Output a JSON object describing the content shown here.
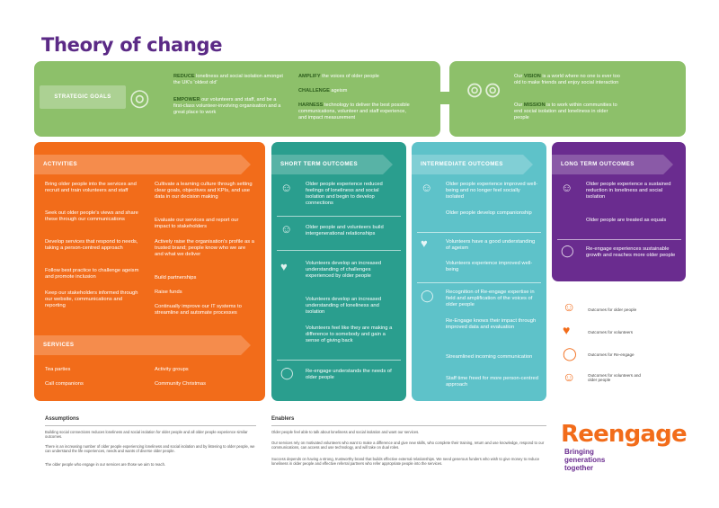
{
  "title": "Theory of change",
  "strategic": {
    "label": "STRATEGIC GOALS",
    "reduce_kw": "REDUCE",
    "reduce_text": " loneliness and social isolation amongst the UK's 'oldest old'",
    "empower_kw": "EMPOWER",
    "empower_text": " our volunteers and staff, and be a first-class volunteer-involving organisation and a great place to work",
    "amplify_kw": "AMPLIFY",
    "amplify_text": " the voices of older people",
    "challenge_kw": "CHALLENGE",
    "challenge_text": " ageism",
    "harness_kw": "HARNESS",
    "harness_text": " technology to deliver the best possible communications, volunteer and staff experience, and impact measurement",
    "vision_pre": "Our ",
    "vision_kw": "VISION",
    "vision_text": " is a world where no one is ever too old to make friends and enjoy social interaction",
    "mission_pre": "Our ",
    "mission_kw": "MISSION",
    "mission_text": " is to work within communities to end social isolation and loneliness in older people"
  },
  "activities": {
    "header": "ACTIVITIES",
    "left": [
      "Bring older people into the services and recruit and train volunteers and staff",
      "Seek out older people's views and share these through our communications",
      "Develop services that respond to needs, taking a person-centred approach",
      "Follow best practice to challenge ageism and promote inclusion",
      "Keep our stakeholders informed through our website, communications and reporting"
    ],
    "right": [
      "Cultivate a learning culture through setting clear goals, objectives and KPIs, and use data in our decision making",
      "Evaluate our services and report our impact to stakeholders",
      "Actively raise the organisation's profile as a trusted brand; people know who we are and what we deliver",
      "Build partnerships",
      "Raise funds",
      "Continually improve our IT systems to streamline and automate processes"
    ]
  },
  "services": {
    "header": "SERVICES",
    "items": [
      "Tea parties",
      "Activity groups",
      "Call companions",
      "Community Christmas"
    ]
  },
  "short_term": {
    "header": "SHORT TERM OUTCOMES",
    "items": [
      "Older people experience reduced feelings of loneliness and social isolation and begin to develop connections",
      "Older people and volunteers build intergenerational relationships",
      "Volunteers develop an increased understanding of challenges experienced by older people",
      "Volunteers develop an increased understanding of loneliness and isolation",
      "Volunteers feel like they are making a difference to somebody and gain a sense of giving back",
      "Re-engage understands the needs of older people"
    ]
  },
  "intermediate": {
    "header": "INTERMEDIATE OUTCOMES",
    "items": [
      "Older people experience improved well-being and no longer feel socially isolated",
      "Older people develop companionship",
      "Volunteers have a good understanding of ageism",
      "Volunteers experience improved well-being",
      "Recognition of Re-engage expertise in field and amplification of the voices of older people",
      "Re-Engage knows their impact through improved data and evaluation",
      "Streamlined incoming communication",
      "Staff time freed for more person-centred approach"
    ]
  },
  "long_term": {
    "header": "LONG TERM OUTCOMES",
    "items": [
      "Older people experience a sustained reduction in loneliness and social isolation",
      "Older people are treated as equals",
      "Re-engage experiences sustainable growth and reaches more older people"
    ]
  },
  "legend": [
    {
      "icon": "older-people-icon",
      "text": "Outcomes for older people"
    },
    {
      "icon": "volunteers-icon",
      "text": "Outcomes for volunteers"
    },
    {
      "icon": "reengage-icon",
      "text": "Outcomes for Re-engage"
    },
    {
      "icon": "volunteers-older-people-icon",
      "text": "Outcomes for volunteers and older people"
    }
  ],
  "assumptions": {
    "header": "Assumptions",
    "p1": "Building social connections reduces loneliness and social isolation for older people and all older people experience similar outcomes.",
    "p2": "There is an increasing number of older people experiencing loneliness and social isolation and by listening to older people, we can understand the life experiences, needs and wants of diverse older people.",
    "p3": "The older people who engage in our services are those we aim to reach."
  },
  "enablers": {
    "header": "Enablers",
    "p1": "Older people feel able to talk about loneliness and social isolation and want our services.",
    "p2": "Our services rely on motivated volunteers who want to make a difference and give new skills, who complete their training, return and use knowledge, respond to our communications, can access and use technology, and will take on dual roles.",
    "p3": "Success depends on having a strong, trustworthy brand that builds effective external relationships. We need generous funders who wish to give money to reduce loneliness in older people and effective referral partners who refer appropriate people into the services."
  },
  "logo": {
    "text_re": "Re",
    "text_rest": "engage",
    "tagline_1": "Bringing",
    "tagline_2": "generations",
    "tagline_3": "together"
  },
  "colors": {
    "purple": "#6a2c8f",
    "green": "#8dc06a",
    "orange": "#f26c1a",
    "teal": "#2a9e8e",
    "light_teal": "#5ec2c9"
  }
}
